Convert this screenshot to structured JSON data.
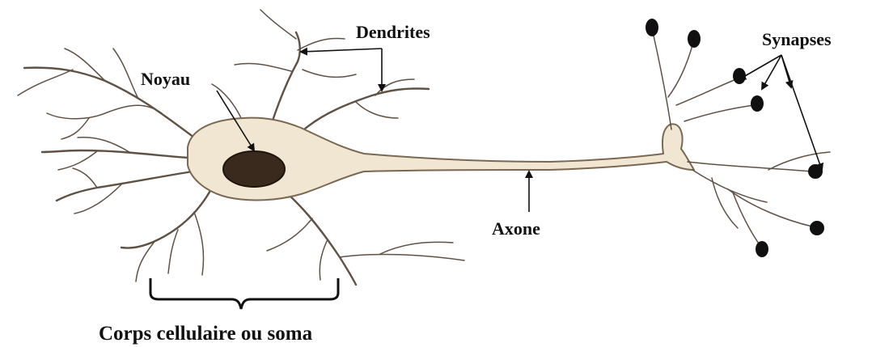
{
  "diagram": {
    "labels": {
      "dendrites": "Dendrites",
      "noyau": "Noyau",
      "synapses": "Synapses",
      "axone": "Axone",
      "corps": "Corps cellulaire ou soma"
    },
    "colors": {
      "cell_fill": "#f1e6d2",
      "cell_outline": "#7a6852",
      "nucleus": "#3a2a1e",
      "synaptic_knob": "#101010"
    }
  }
}
